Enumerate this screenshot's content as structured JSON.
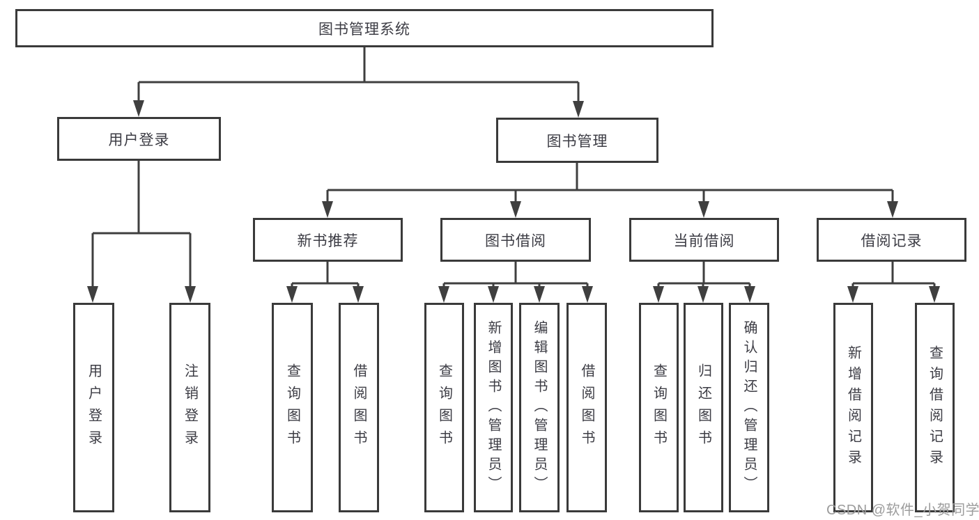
{
  "nodes": {
    "root": "图书管理系统",
    "user_login": "用户登录",
    "book_mgmt": "图书管理",
    "new_book_rec": "新书推荐",
    "book_borrow": "图书借阅",
    "current_borrow": "当前借阅",
    "borrow_record": "借阅记录",
    "leaf_user_login": "用户登录",
    "leaf_logout": "注销登录",
    "leaf_rec_query": "查询图书",
    "leaf_rec_borrow": "借阅图书",
    "leaf_bb_query": "查询图书",
    "leaf_bb_add": "新增图书（管理员）",
    "leaf_bb_edit": "编辑图书（管理员）",
    "leaf_bb_borrow": "借阅图书",
    "leaf_cb_query": "查询图书",
    "leaf_cb_return": "归还图书",
    "leaf_cb_confirm": "确认归还（管理员）",
    "leaf_br_add": "新增借阅记录",
    "leaf_br_query": "查询借阅记录"
  },
  "watermark": "CSDN @软件_小贺同学",
  "colors": {
    "line": "#3f3f3f",
    "box_border": "#3a3a3a",
    "text": "#3c3c44",
    "watermark": "#9c9c9c",
    "background": "#ffffff"
  }
}
